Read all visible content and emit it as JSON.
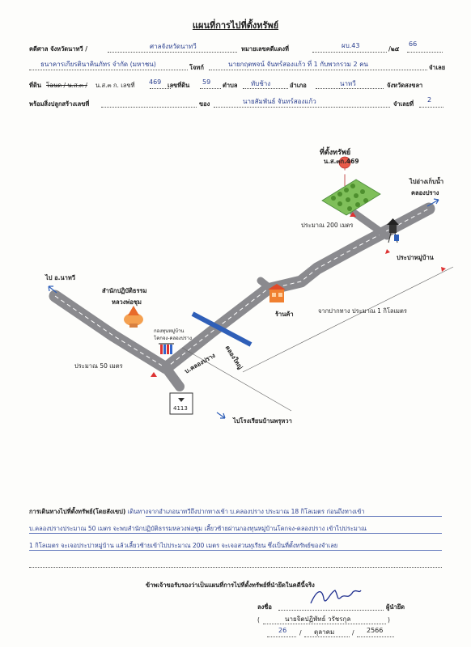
{
  "header": {
    "title": "แผนที่การไปที่ตั้งทรัพย์",
    "court_label": "คดีศาล จังหวัดนาทวี /",
    "court_value": "ศาลจังหวัดนาทวี",
    "black_case_label": "หมายเลขคดีแดงที่",
    "black_case_value": "ผบ.43",
    "year_sep": "/๒๕",
    "year_value": "66",
    "plaintiff_value": "ธนาคารเกียรตินาคินภัทร จำกัด (มหาชน)",
    "plaintiff_label": "โจทก์",
    "defendant_value": "นายกฤตพจน์ จันทร์สองแก้ว  ที่ 1  กับพวกรวม 2 คน",
    "defendant_label": "จำเลย",
    "land_label": "ที่ดิน",
    "land_strike": "โฉนด / น.ส.๓ /",
    "land_type": "น.ส.๓ ก. เลขที่",
    "land_no": "469",
    "parcel_label": "เลขที่ดิน",
    "parcel_no": "59",
    "subdistrict_label": "ตำบล",
    "subdistrict_value": "ทับช้าง",
    "district_label": "อำเภอ",
    "district_value": "นาทวี",
    "province_label": "จังหวัดสงขลา",
    "building_label": "พร้อมสิ่งปลูกสร้างเลขที่",
    "owner_label": "ของ",
    "owner_value": "นายสัมพันธ์ จันทร์สองแก้ว",
    "defendant_no_label": "จำเลยที่",
    "defendant_no_value": "2"
  },
  "map": {
    "property_label": "ที่ตั้งทรัพย์",
    "property_doc": "น.ส.๓ก.469",
    "to_reservoir_1": "ไปอ่างเก็บน้ำ",
    "to_reservoir_2": "คลองปราง",
    "dist_200": "ประมาณ 200 เมตร",
    "village_water": "ประปาหมู่บ้าน",
    "to_nathawi": "ไป อ.นาทวี",
    "temple_1": "สำนักปฏิบัติธรรม",
    "temple_2": "หลวงพ่อชุม",
    "fund_1": "กองทุนหมู่บ้าน",
    "fund_2": "โคกจง-คลองปราง",
    "shop": "ร้านค้า",
    "from_junction": "จากปากทาง ประมาณ 1 กิโลเมตร",
    "canal": "คลองใหญ่",
    "village_road": "บ.คลองปราง",
    "dist_50": "ประมาณ 50 เมตร",
    "route_no": "4113",
    "to_factory": "ไปโรงเรียนบ้านพรุหวา"
  },
  "directions": {
    "label": "การเดินทางไปที่ตั้งทรัพย์(โดยสังเขป)",
    "line1": "เดินทางจากอำเภอนาทวีถึงปากทางเข้า บ.คลองปราง ประมาณ 18 กิโลเมตร ก่อนถึงทางเข้า",
    "line2": "บ.คลองปรางประมาณ 50 เมตร จะพบสำนักปฏิบัติธรรมหลวงพ่อชุม เลี้ยวซ้ายผ่านกองทุนหมู่บ้านโคกจง-คลองปราง เข้าไปประมาณ",
    "line3": "1 กิโลเมตร จะเจอประปาหมู่บ้าน แล้วเลี้ยวซ้ายเข้าไปประมาณ 200 เมตร จะเจอสวนทุเรียน ซึ่งเป็นที่ตั้งทรัพย์ของจำเลย"
  },
  "certify": {
    "statement": "ข้าพเจ้าขอรับรองว่าเป็นแผนที่การไปที่ตั้งทรัพย์ที่นำยึดในคดีนี้จริง",
    "sign_label": "ลงชื่อ",
    "seizer_label": "ผู้นำยึด",
    "name": "นายจิตปฏิพัทธ์ วรัชรกุล",
    "day": "26",
    "month": "ตุลาคม",
    "year": "2566",
    "open_paren": "(",
    "close_paren": ")",
    "slash": "/"
  }
}
